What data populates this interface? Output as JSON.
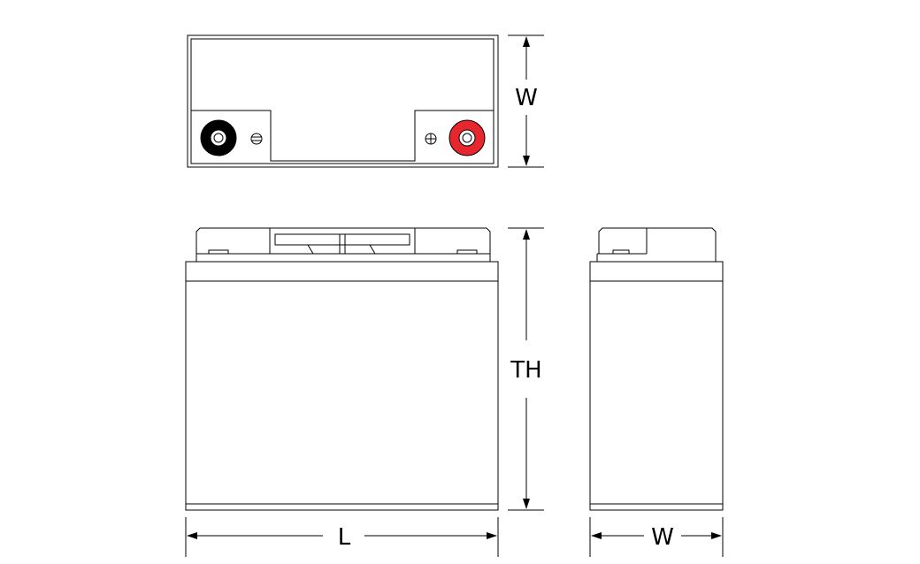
{
  "labels": {
    "top_view_width": "W",
    "front_height": "TH",
    "front_length": "L",
    "side_width": "W"
  },
  "colors": {
    "negative_terminal": "#000000",
    "positive_terminal": "#e8262d",
    "line": "#000000",
    "background": "#ffffff"
  },
  "icons": {
    "negative_polarity": "minus-in-circle",
    "positive_polarity": "plus-in-circle"
  }
}
